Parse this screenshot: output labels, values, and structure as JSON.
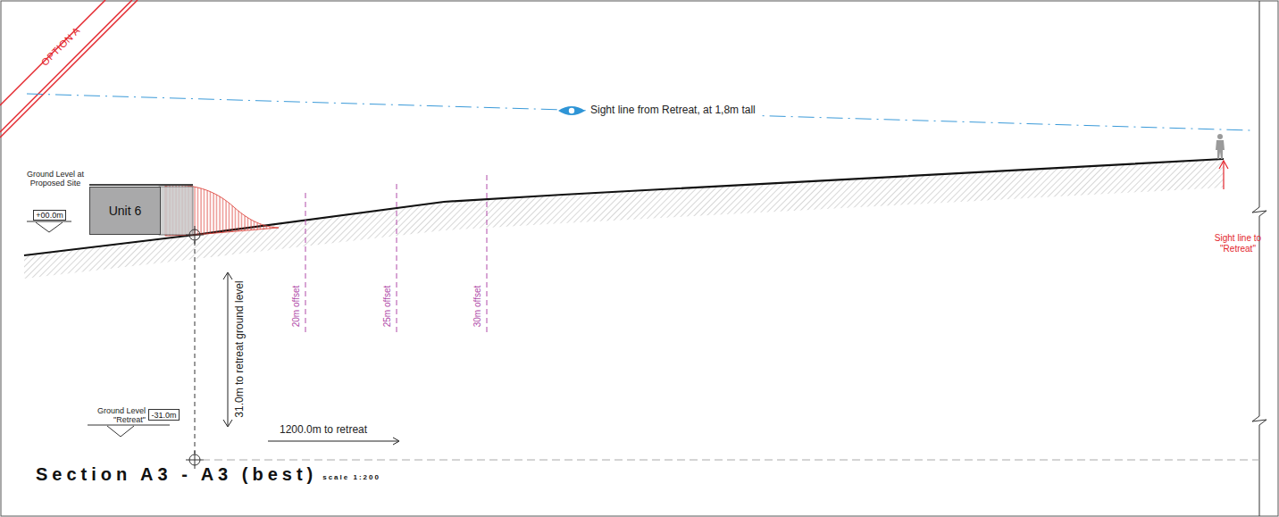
{
  "diagram": {
    "title": "Section A3 - A3 (best)",
    "nodes": [
      {
        "text": [
          "Unit 6"
        ]
      },
      {
        "text": [
          "+00.0m"
        ]
      },
      {
        "text": [
          "-31.0m"
        ]
      }
    ],
    "labels": [
      "OPTION A",
      "Sight line from Retreat, at 1,8m tall",
      "Ground Level at Proposed Site",
      "20m offset",
      "25m offset",
      "30m offset",
      "31.0m to retreat ground level",
      "1200.0m to retreat",
      "Ground Level \"Retreat\"",
      "Sight line to \"Retreat\"",
      "scale 1:200"
    ]
  }
}
